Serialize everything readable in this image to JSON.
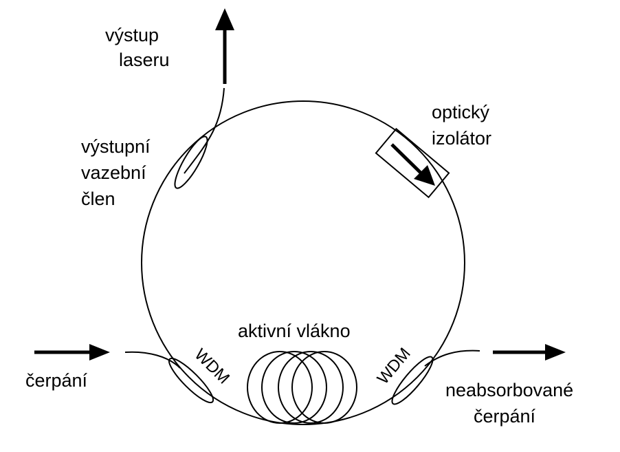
{
  "labels": {
    "laser_output_line1": "výstup",
    "laser_output_line2": "laseru",
    "coupler_line1": "výstupní",
    "coupler_line2": "vazební",
    "coupler_line3": "člen",
    "isolator_line1": "optický",
    "isolator_line2": "izolátor",
    "active_fiber": "aktivní vlákno",
    "pump": "čerpání",
    "unabsorbed_line1": "neabsorbované",
    "unabsorbed_line2": "čerpání",
    "wdm_left": "WDM",
    "wdm_right": "WDM"
  },
  "colors": {
    "stroke": "#000000",
    "background": "#ffffff"
  }
}
